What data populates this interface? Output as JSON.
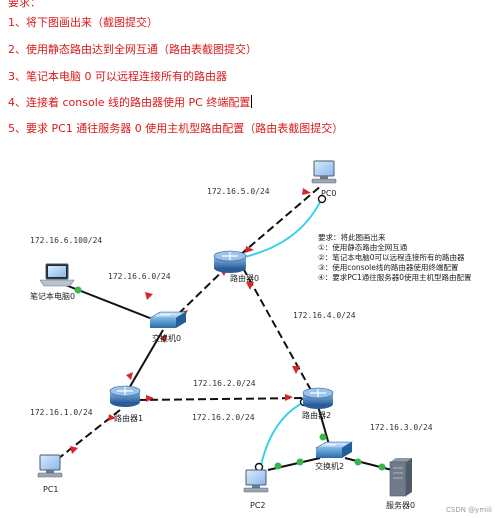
{
  "cut_header": "要求：",
  "tasks": [
    "1、将下图画出来（截图提交）",
    "2、使用静态路由达到全网互通（路由表截图提交）",
    "3、笔记本电脑 0 可以远程连接所有的路由器",
    "4、连接着 console 线的路由器使用 PC 终端配置",
    "5、要求 PC1 通往服务器 0 使用主机型路由配置（路由表截图提交）"
  ],
  "networks": {
    "n1": "172.16.5.0/24",
    "n2": "172.16.6.100/24",
    "n3": "172.16.6.0/24",
    "n4": "172.16.4.0/24",
    "n5": "172.16.2.0/24",
    "n6": "172.16.1.0/24",
    "n7": "172.16.2.0/24",
    "n8": "172.16.3.0/24"
  },
  "devices": {
    "pc0": "PC0",
    "laptop": "笔记本电脑0",
    "router0": "路由器0",
    "switch0": "交换机0",
    "router1": "路由器1",
    "router2": "路由器2",
    "switch2": "交换机2",
    "pc1": "PC1",
    "pc2": "PC2",
    "server": "服务器0"
  },
  "note": {
    "title": "要求：将此图画出来",
    "lines": [
      "①：使用静态路由全网互通",
      "②：笔记本电脑0可以远程连接所有的路由器",
      "③：使用console线的路由器使用终端配置",
      "④：要求PC1通往服务器0使用主机型路由配置"
    ]
  },
  "watermark": "CSDN @ymiii",
  "colors": {
    "task_text": "#d9191a",
    "serial_link": "#111111",
    "console_link": "#35d3e6",
    "up_arrow": "#d9262c",
    "green_dot": "#3bb54a",
    "router_blue": "#4a86c5",
    "switch_blue": "#3f8ec8"
  }
}
